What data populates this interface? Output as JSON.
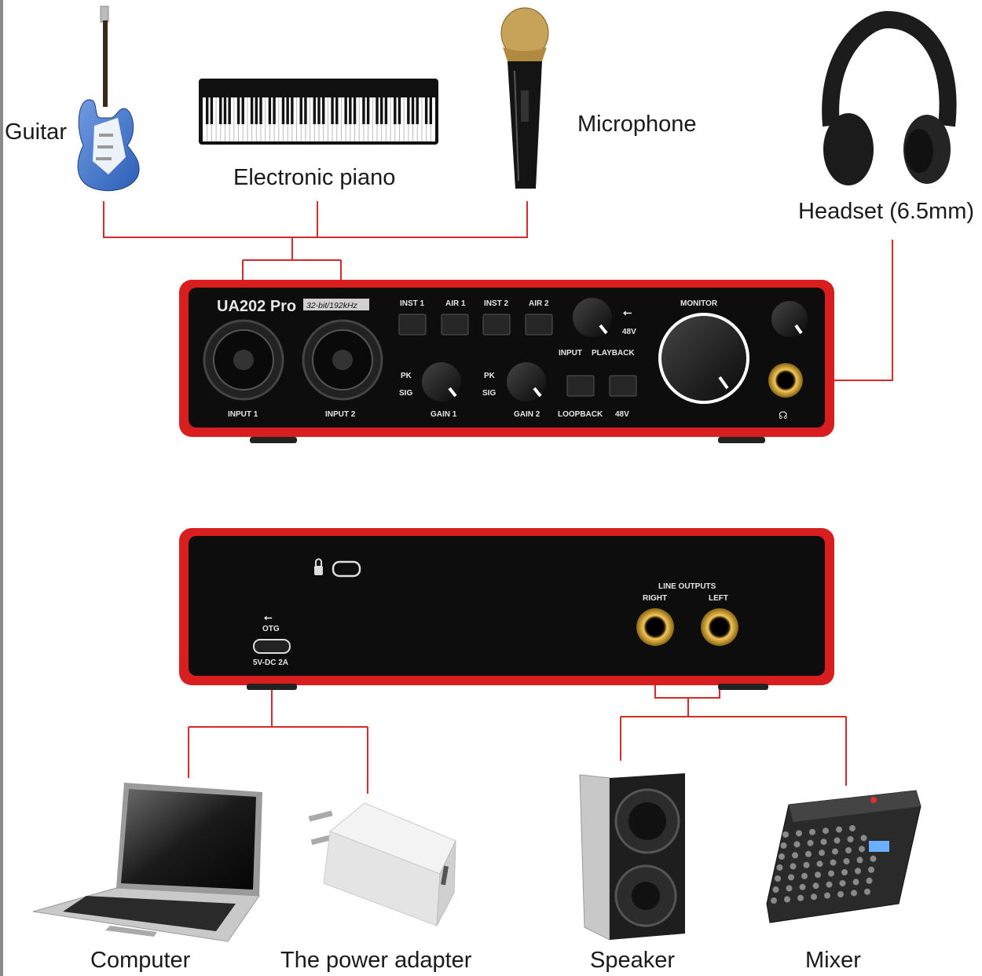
{
  "labels": {
    "guitar": "Guitar",
    "piano": "Electronic piano",
    "microphone": "Microphone",
    "headset": "Headset (6.5mm)",
    "computer": "Computer",
    "adapter": "The power adapter",
    "speaker": "Speaker",
    "mixer": "Mixer"
  },
  "front_panel": {
    "brand": "UA202 Pro",
    "spec": "32-bit/192kHz",
    "input1": "INPUT 1",
    "input2": "INPUT 2",
    "inst1": "INST 1",
    "air1": "AIR 1",
    "inst2": "INST 2",
    "air2": "AIR 2",
    "pk1": "PK",
    "sig1": "SIG",
    "pk2": "PK",
    "sig2": "SIG",
    "gain1": "GAIN 1",
    "gain2": "GAIN 2",
    "input": "INPUT",
    "playback": "PLAYBACK",
    "v48_top": "48V",
    "monitor": "MONITOR",
    "loopback": "LOOPBACK",
    "v48": "48V"
  },
  "rear_panel": {
    "otg": "OTG",
    "power": "5V-DC 2A",
    "line_outputs": "LINE OUTPUTS",
    "right": "RIGHT",
    "left": "LEFT"
  },
  "colors": {
    "connector_line": "#d42a2a",
    "chassis_red": "#d81e1e",
    "panel_black": "#0d0d0d"
  }
}
